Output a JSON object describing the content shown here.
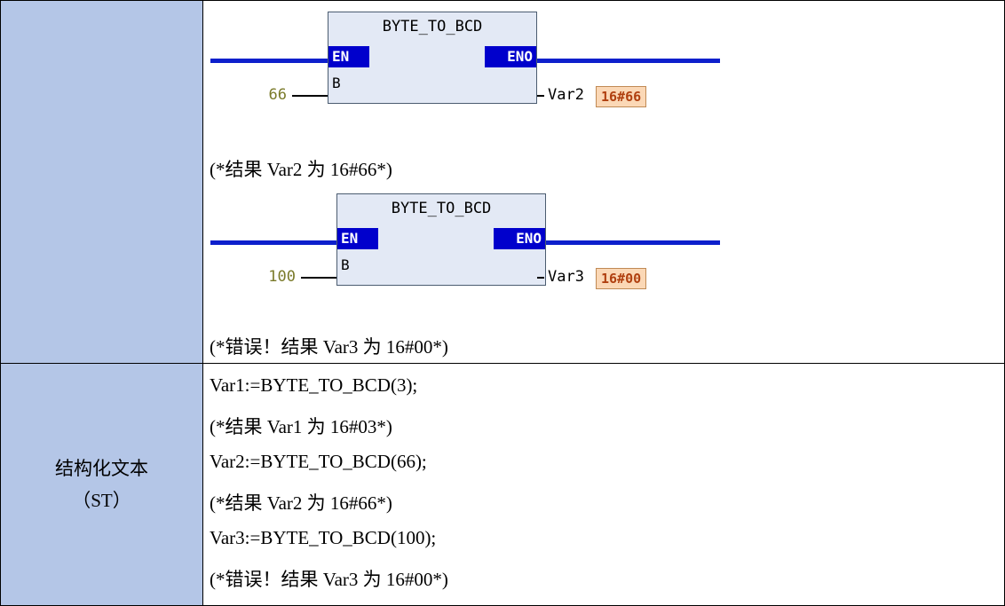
{
  "fbd": [
    {
      "block_title": "BYTE_TO_BCD",
      "en_label": "EN",
      "eno_label": "ENO",
      "input_pin": "B",
      "input_value": "66",
      "output_var": "Var2",
      "output_value": "16#66",
      "comment": "(*结果 Var2 为 16#66*)"
    },
    {
      "block_title": "BYTE_TO_BCD",
      "en_label": "EN",
      "eno_label": "ENO",
      "input_pin": "B",
      "input_value": "100",
      "output_var": "Var3",
      "output_value": "16#00",
      "comment": "(*错误！结果 Var3 为 16#00*)"
    }
  ],
  "st_section": {
    "label_line1": "结构化文本",
    "label_line2": "（ST）",
    "lines": [
      "Var1:=BYTE_TO_BCD(3);",
      "(*结果 Var1 为 16#03*)",
      "Var2:=BYTE_TO_BCD(66);",
      "(*结果 Var2 为 16#66*)",
      "Var3:=BYTE_TO_BCD(100);",
      "(*错误！结果 Var3 为 16#00*)"
    ]
  }
}
